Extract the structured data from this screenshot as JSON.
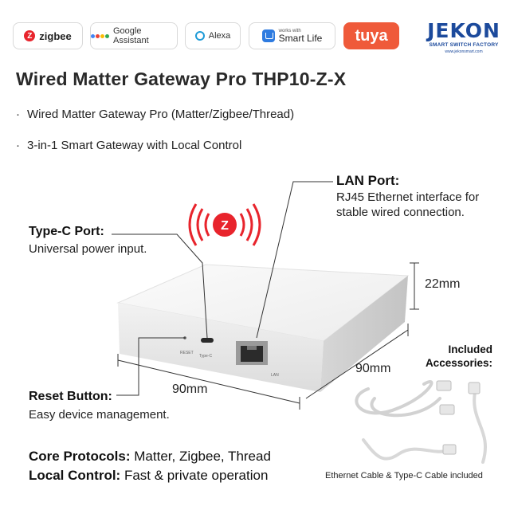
{
  "badges": {
    "zigbee": "zigbee",
    "google": "Google Assistant",
    "alexa": "Alexa",
    "smartlife_small": "works with",
    "smartlife": "Smart Life",
    "tuya": "tuya"
  },
  "brand": {
    "name": "JEKON",
    "tagline": "SMART SWITCH FACTORY",
    "url": "www.jekonsmart.com"
  },
  "title": "Wired Matter Gateway Pro THP10-Z-X",
  "bullets": [
    "Wired Matter Gateway Pro (Matter/Zigbee/Thread)",
    "3-in-1 Smart Gateway with Local Control"
  ],
  "callouts": {
    "lan_title": "LAN Port:",
    "lan_desc": "RJ45 Ethernet interface for stable wired connection.",
    "typec_title": "Type-C Port:",
    "typec_desc": "Universal power input.",
    "reset_title": "Reset Button:",
    "reset_desc": "Easy device management."
  },
  "device_labels": {
    "reset": "RESET",
    "typec": "Type-C",
    "lan": "LAN"
  },
  "dimensions": {
    "height": "22mm",
    "width": "90mm",
    "depth": "90mm"
  },
  "accessories": {
    "title_line1": "Included",
    "title_line2": "Accessories:",
    "caption": "Ethernet Cable & Type-C Cable included"
  },
  "features": {
    "core_label": "Core Protocols:",
    "core_value": " Matter, Zigbee, Thread",
    "local_label": "Local Control:",
    "local_value": " Fast & private operation"
  },
  "colors": {
    "zigbee_red": "#e8242c",
    "tuya_orange": "#ef5a3a",
    "brand_blue": "#1c4a9c",
    "alexa_blue": "#1e9bd7"
  },
  "icons": [
    "zigbee-logo-icon",
    "google-assistant-icon",
    "alexa-icon",
    "smart-life-icon",
    "zigbee-signal-icon"
  ]
}
